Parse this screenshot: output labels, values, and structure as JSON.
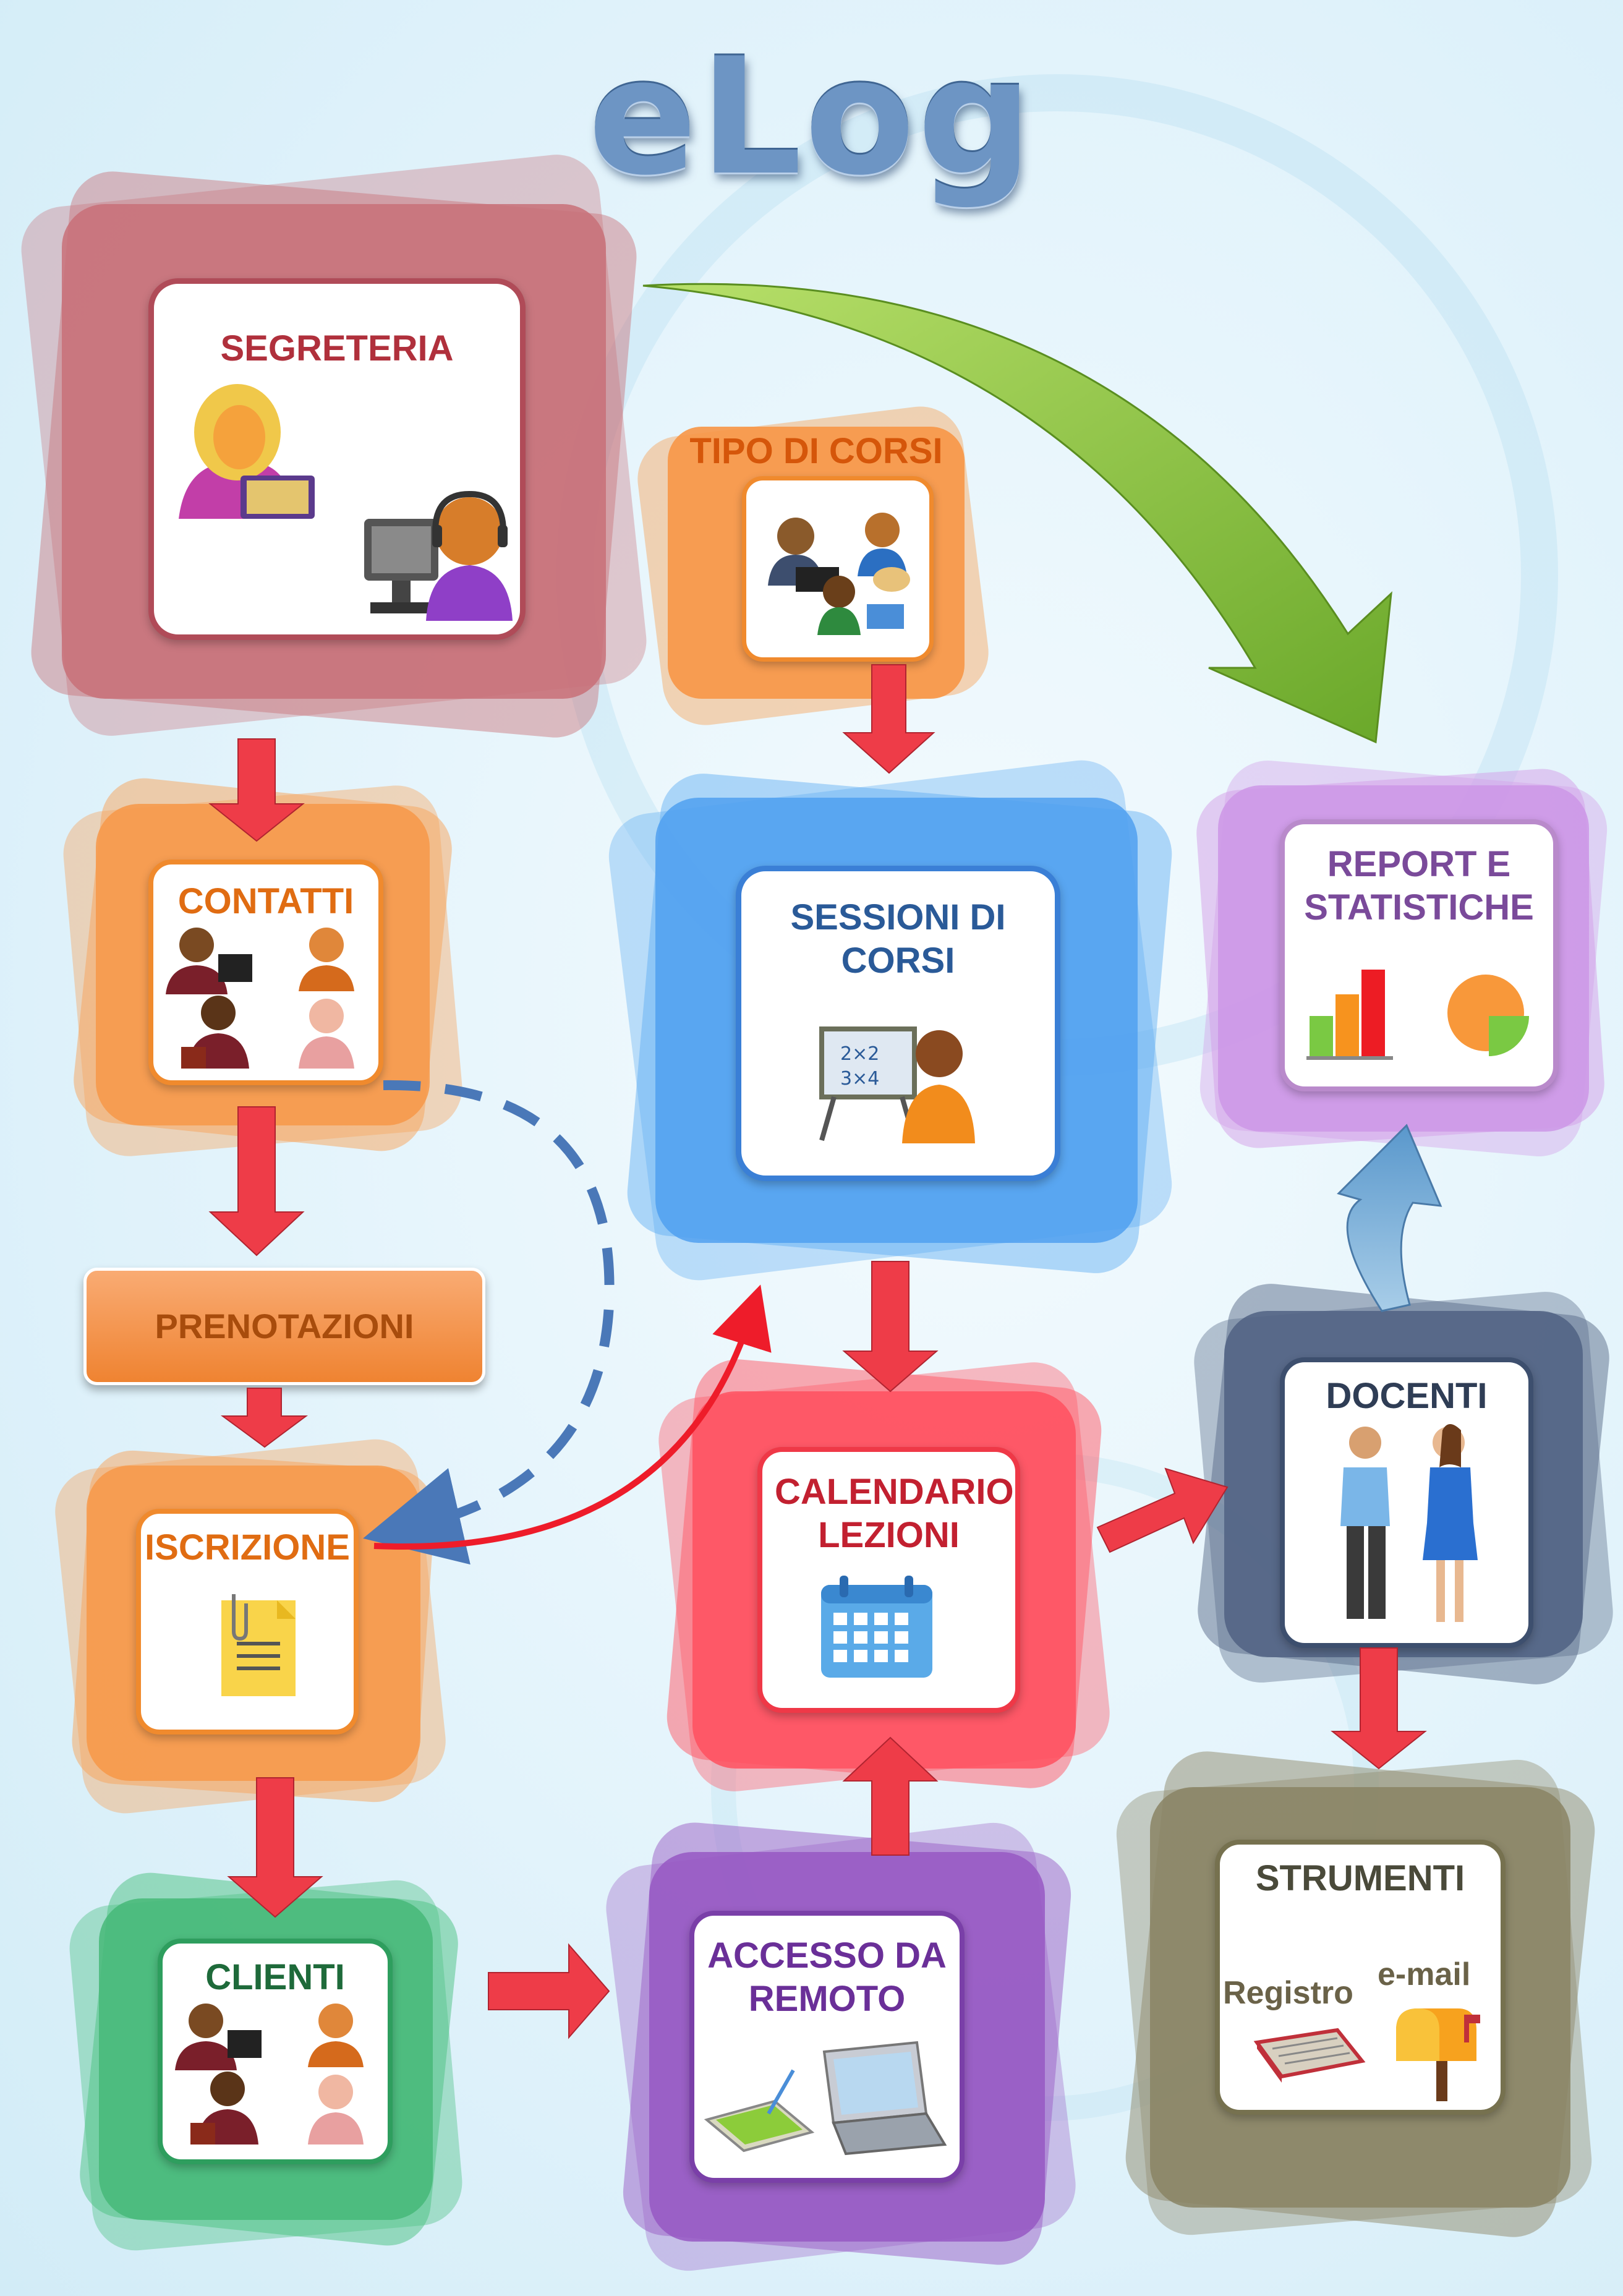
{
  "title": "eLog",
  "nodes": {
    "segreteria": {
      "label": "SEGRETERIA",
      "icons": [
        "secretary-icon",
        "call-center-operator-icon"
      ]
    },
    "tipo_corsi": {
      "label": "TIPO DI CORSI",
      "icons": [
        "course-types-icon"
      ]
    },
    "contatti": {
      "label": "CONTATTI",
      "icons": [
        "business-people-icon"
      ]
    },
    "sessioni": {
      "label": "SESSIONI DI CORSI",
      "icons": [
        "teacher-blackboard-icon"
      ]
    },
    "report": {
      "label": "REPORT E STATISTICHE",
      "icons": [
        "bar-chart-icon",
        "pie-chart-icon"
      ]
    },
    "prenotazioni": {
      "label": "PRENOTAZIONI"
    },
    "iscrizione": {
      "label": "ISCRIZIONE",
      "icons": [
        "document-clip-icon"
      ]
    },
    "calendario": {
      "label": "CALENDARIO LEZIONI",
      "icons": [
        "calendar-icon"
      ]
    },
    "docenti": {
      "label": "DOCENTI",
      "icons": [
        "teachers-icon"
      ]
    },
    "clienti": {
      "label": "CLIENTI",
      "icons": [
        "business-people-icon"
      ]
    },
    "accesso": {
      "label": "ACCESSO DA REMOTO",
      "icons": [
        "tablet-icon",
        "laptop-icon"
      ]
    },
    "strumenti": {
      "label": "STRUMENTI",
      "registro": "Registro",
      "email": "e-mail",
      "icons": [
        "register-book-icon",
        "mailbox-icon"
      ]
    }
  },
  "colors": {
    "segreteria": "#c87078",
    "orange": "#f7a35a",
    "blue": "#5aaaf2",
    "report": "#d39ee8",
    "calendario": "#ff5866",
    "docenti": "#596b89",
    "clienti": "#4cc182",
    "accesso": "#9a5ec5",
    "strumenti": "#8f8a6c",
    "arrow_red": "#ee3c48",
    "arrow_green": "#8ec637",
    "arrow_blue": "#7ab0db",
    "dashed": "#4a78b8"
  }
}
